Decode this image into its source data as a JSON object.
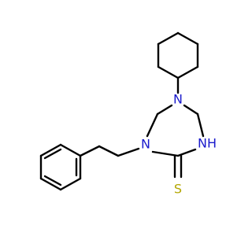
{
  "molecule": {
    "atoms": {
      "n_top": {
        "label": "N",
        "color": "#1a1acc"
      },
      "n_left": {
        "label": "N",
        "color": "#1a1acc"
      },
      "nh": {
        "label": "NH",
        "color": "#1a1acc"
      },
      "s": {
        "label": "S",
        "color": "#b3a600"
      }
    }
  }
}
